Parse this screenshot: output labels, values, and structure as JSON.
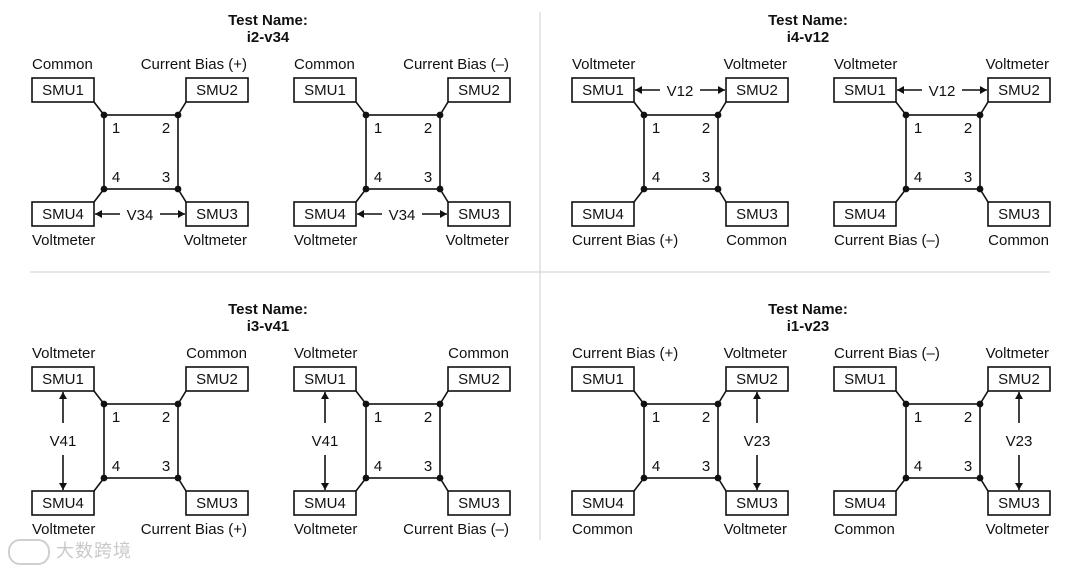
{
  "colors": {
    "line": "#111111",
    "divider": "#cfcfcf",
    "watermark": "#c9c9c9"
  },
  "quadrants": [
    {
      "title_label": "Test Name:",
      "test_name": "i2-v34",
      "configs": [
        {
          "labels": {
            "tl": "Common",
            "tr": "Current Bias (+)",
            "bl": "Voltmeter",
            "br": "Voltmeter"
          },
          "boxes": {
            "tl": "SMU1",
            "tr": "SMU2",
            "bl": "SMU4",
            "br": "SMU3"
          },
          "nodes": {
            "tl": "1",
            "tr": "2",
            "bl": "4",
            "br": "3"
          },
          "meter": {
            "label": "V34",
            "pos": "bottom"
          }
        },
        {
          "labels": {
            "tl": "Common",
            "tr": "Current Bias (–)",
            "bl": "Voltmeter",
            "br": "Voltmeter"
          },
          "boxes": {
            "tl": "SMU1",
            "tr": "SMU2",
            "bl": "SMU4",
            "br": "SMU3"
          },
          "nodes": {
            "tl": "1",
            "tr": "2",
            "bl": "4",
            "br": "3"
          },
          "meter": {
            "label": "V34",
            "pos": "bottom"
          }
        }
      ]
    },
    {
      "title_label": "Test Name:",
      "test_name": "i4-v12",
      "configs": [
        {
          "labels": {
            "tl": "Voltmeter",
            "tr": "Voltmeter",
            "bl": "Current Bias (+)",
            "br": "Common"
          },
          "boxes": {
            "tl": "SMU1",
            "tr": "SMU2",
            "bl": "SMU4",
            "br": "SMU3"
          },
          "nodes": {
            "tl": "1",
            "tr": "2",
            "bl": "4",
            "br": "3"
          },
          "meter": {
            "label": "V12",
            "pos": "top"
          }
        },
        {
          "labels": {
            "tl": "Voltmeter",
            "tr": "Voltmeter",
            "bl": "Current Bias (–)",
            "br": "Common"
          },
          "boxes": {
            "tl": "SMU1",
            "tr": "SMU2",
            "bl": "SMU4",
            "br": "SMU3"
          },
          "nodes": {
            "tl": "1",
            "tr": "2",
            "bl": "4",
            "br": "3"
          },
          "meter": {
            "label": "V12",
            "pos": "top"
          }
        }
      ]
    },
    {
      "title_label": "Test Name:",
      "test_name": "i3-v41",
      "configs": [
        {
          "labels": {
            "tl": "Voltmeter",
            "tr": "Common",
            "bl": "Voltmeter",
            "br": "Current Bias (+)"
          },
          "boxes": {
            "tl": "SMU1",
            "tr": "SMU2",
            "bl": "SMU4",
            "br": "SMU3"
          },
          "nodes": {
            "tl": "1",
            "tr": "2",
            "bl": "4",
            "br": "3"
          },
          "meter": {
            "label": "V41",
            "pos": "left"
          }
        },
        {
          "labels": {
            "tl": "Voltmeter",
            "tr": "Common",
            "bl": "Voltmeter",
            "br": "Current Bias (–)"
          },
          "boxes": {
            "tl": "SMU1",
            "tr": "SMU2",
            "bl": "SMU4",
            "br": "SMU3"
          },
          "nodes": {
            "tl": "1",
            "tr": "2",
            "bl": "4",
            "br": "3"
          },
          "meter": {
            "label": "V41",
            "pos": "left"
          }
        }
      ]
    },
    {
      "title_label": "Test Name:",
      "test_name": "i1-v23",
      "configs": [
        {
          "labels": {
            "tl": "Current Bias (+)",
            "tr": "Voltmeter",
            "bl": "Common",
            "br": "Voltmeter"
          },
          "boxes": {
            "tl": "SMU1",
            "tr": "SMU2",
            "bl": "SMU4",
            "br": "SMU3"
          },
          "nodes": {
            "tl": "1",
            "tr": "2",
            "bl": "4",
            "br": "3"
          },
          "meter": {
            "label": "V23",
            "pos": "right"
          }
        },
        {
          "labels": {
            "tl": "Current Bias (–)",
            "tr": "Voltmeter",
            "bl": "Common",
            "br": "Voltmeter"
          },
          "boxes": {
            "tl": "SMU1",
            "tr": "SMU2",
            "bl": "SMU4",
            "br": "SMU3"
          },
          "nodes": {
            "tl": "1",
            "tr": "2",
            "bl": "4",
            "br": "3"
          },
          "meter": {
            "label": "V23",
            "pos": "right"
          }
        }
      ]
    }
  ],
  "watermark": {
    "text": "大数跨境"
  }
}
